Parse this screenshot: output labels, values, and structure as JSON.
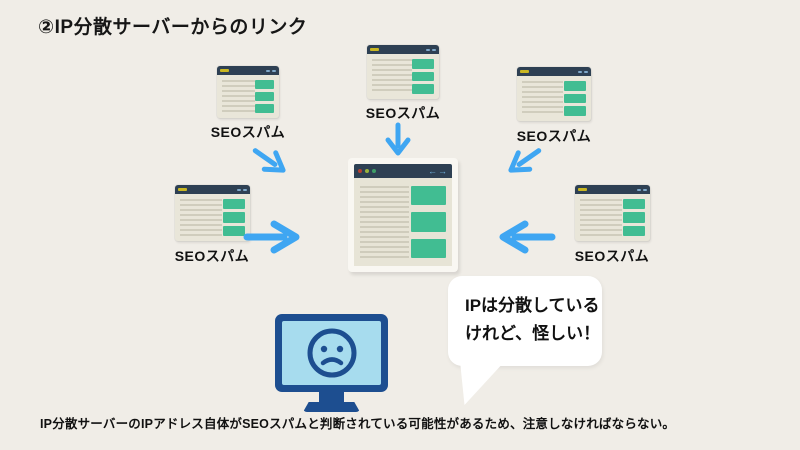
{
  "title": "②IP分散サーバーからのリンク",
  "spam_nodes": [
    {
      "position": "top-left",
      "label": "SEOスパム"
    },
    {
      "position": "top-center",
      "label": "SEOスパム"
    },
    {
      "position": "top-right",
      "label": "SEOスパム"
    },
    {
      "position": "mid-left",
      "label": "SEOスパム"
    },
    {
      "position": "mid-right",
      "label": "SEOスパム"
    }
  ],
  "center_window": {
    "back_arrow": "←",
    "forward_arrow": "→"
  },
  "speech_bubble": {
    "line1": "IPは分散している",
    "line2": "けれど、怪しい！"
  },
  "caption": "IP分散サーバーのIPアドレス自体がSEOスパムと判断されている可能性があるため、注意しなければならない。",
  "colors": {
    "background": "#f0ede7",
    "arrow_blue": "#3fa6f2",
    "browser_header": "#2e4053",
    "browser_body": "#e8e5d8",
    "green_block": "#41bd92",
    "monitor_blue": "#1d4e90",
    "monitor_screen": "#a7dcee",
    "bubble_bg": "#ffffff",
    "text": "#111111"
  }
}
